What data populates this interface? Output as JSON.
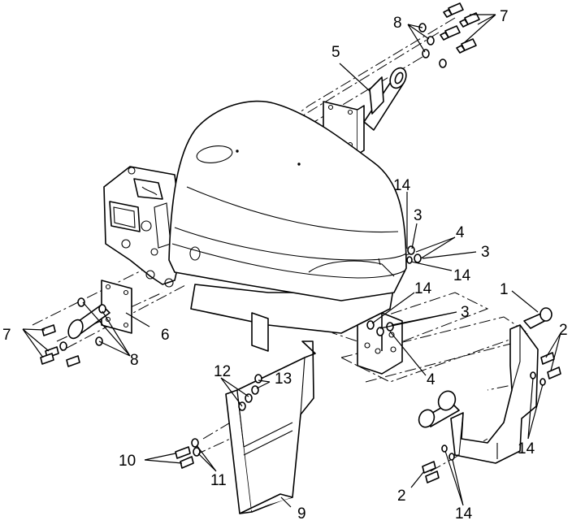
{
  "diagram": {
    "callouts": {
      "c1": "1",
      "c2a": "2",
      "c2b": "2",
      "c3a": "3",
      "c3b": "3",
      "c3c": "3",
      "c4a": "4",
      "c4b": "4",
      "c5": "5",
      "c6": "6",
      "c7a": "7",
      "c7b": "7",
      "c8a": "8",
      "c8b": "8",
      "c9": "9",
      "c10": "10",
      "c11": "11",
      "c12": "12",
      "c13": "13",
      "c14a": "14",
      "c14b": "14",
      "c14c": "14",
      "c14d": "14",
      "c14e": "14"
    }
  }
}
